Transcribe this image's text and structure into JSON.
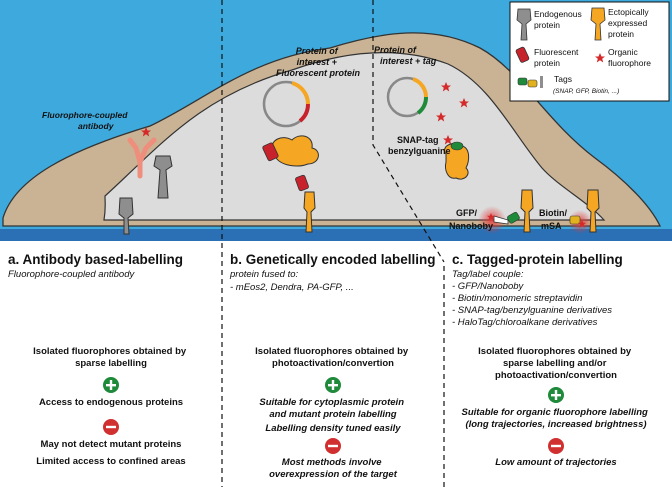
{
  "legend": {
    "endogenous": "Endogenous protein",
    "ectopic": "Ectopically expressed protein",
    "fluorescent": "Fluorescent protein",
    "organic": "Organic fluorophore",
    "tags": "Tags",
    "tags_sub": "(SNAP, GFP, Biotin, ...)"
  },
  "cell": {
    "fluorophore_antibody": "Fluorophore-coupled antibody",
    "plasmid_b": "Protein of interest + Fluorescent protein",
    "plasmid_c": "Protein of interest + tag",
    "snap_label": "SNAP-tag benzylguanine",
    "gfp_label": "GFP/ Nanoboby",
    "biotin_label": "Biotin/ mSA"
  },
  "panels": {
    "a": {
      "title": "a. Antibody based-labelling",
      "subtitle": "Fluorophore-coupled antibody",
      "statement": "Isolated fluorophores obtained by sparse labelling",
      "pros": [
        "Access to endogenous proteins"
      ],
      "cons": [
        "May not detect mutant proteins",
        "Limited access to confined areas"
      ]
    },
    "b": {
      "title": "b. Genetically encoded labelling",
      "subtitle": "protein fused to:",
      "list": [
        "- mEos2, Dendra, PA-GFP, ..."
      ],
      "statement": "Isolated fluorophores obtained by photoactivation/convertion",
      "pros": [
        "Suitable for cytoplasmic protein and mutant protein labelling",
        "Labelling density tuned easily"
      ],
      "cons": [
        "Most methods involve overexpression of the target"
      ]
    },
    "c": {
      "title": "c. Tagged-protein labelling",
      "subtitle": "Tag/label couple:",
      "list": [
        "- GFP/Nanoboby",
        "- Biotin/monomeric streptavidin",
        "- SNAP-tag/benzylguanine derivatives",
        "- HaloTag/chloroalkane derivatives"
      ],
      "statement": "Isolated fluorophores obtained by sparse labelling and/or photoactivation/convertion",
      "pros": [
        "Suitable for organic fluorophore labelling (long trajectories, increased brightness)"
      ],
      "cons": [
        "Low amount of trajectories"
      ]
    }
  },
  "colors": {
    "medium": "#3da9dd",
    "membrane_band": "#2b6fb4",
    "cell_outer": "#c9b394",
    "cytoplasm": "#dcdcdc",
    "ectopic": "#f5a623",
    "endogenous": "#8e8e8e",
    "fluorescent": "#c8232c",
    "antibody": "#ef8e7c",
    "plus": "#1e8a3a",
    "minus": "#d0302f"
  }
}
